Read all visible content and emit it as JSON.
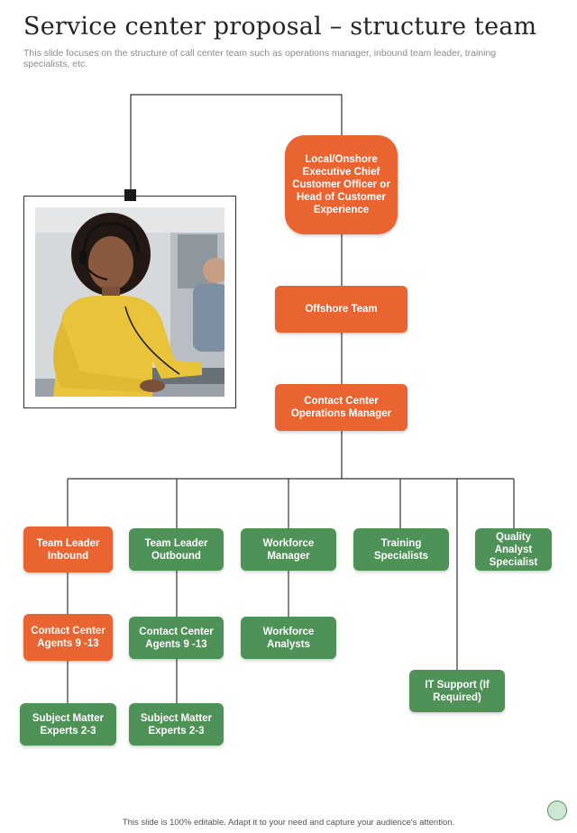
{
  "header": {
    "title": "Service center proposal – structure team",
    "subtitle": "This slide focuses on the structure of call center team such as operations manager, inbound team leader, training specialists, etc."
  },
  "org": {
    "executive": "Local/Onshore Executive Chief Customer Officer or Head of Customer Experience",
    "offshore": "Offshore Team",
    "operations_manager": "Contact Center Operations Manager",
    "team_leader_inbound": "Team Leader Inbound",
    "team_leader_outbound": "Team Leader Outbound",
    "workforce_manager": "Workforce Manager",
    "training_specialists": "Training Specialists",
    "quality_analyst": "Quality Analyst Specialist",
    "agents_inbound": "Contact Center Agents 9 -13",
    "agents_outbound": "Contact Center Agents 9 -13",
    "workforce_analysts": "Workforce Analysts",
    "it_support": "IT Support (If Required)",
    "sme_inbound": "Subject Matter Experts 2-3",
    "sme_outbound": "Subject Matter Experts 2-3"
  },
  "colors": {
    "orange": "#ea6432",
    "green": "#4f9258"
  },
  "footer": {
    "note": "This slide is 100% editable. Adapt it to your need and capture your audience's attention."
  }
}
